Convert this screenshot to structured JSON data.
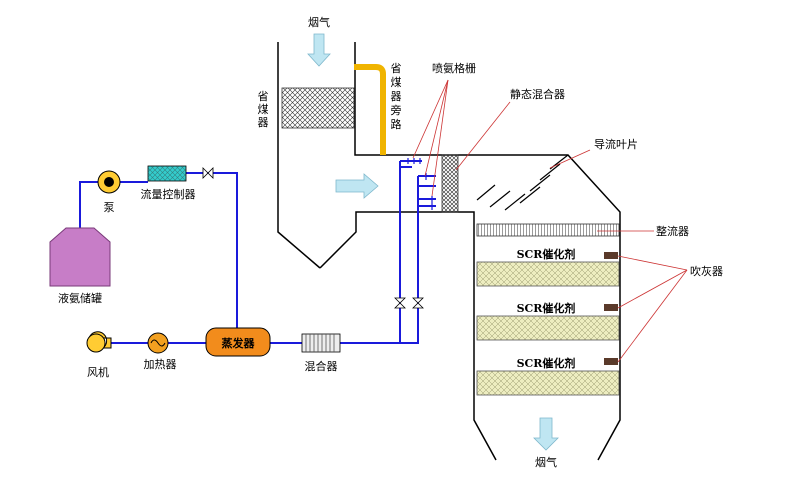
{
  "labels": {
    "flue_gas_in": "烟气",
    "flue_gas_out": "烟气",
    "economizer": "省煤器",
    "economizer_bypass": "省煤器旁路",
    "aig": "喷氨格栅",
    "static_mixer": "静态混合器",
    "guide_vanes": "导流叶片",
    "flow_straightener": "整流器",
    "soot_blower": "吹灰器",
    "catalyst_1": "SCR催化剂",
    "catalyst_2": "SCR催化剂",
    "catalyst_3": "SCR催化剂",
    "pump": "泵",
    "flow_controller": "流量控制器",
    "ammonia_tank": "液氨储罐",
    "fan": "风机",
    "heater": "加热器",
    "evaporator": "蒸发器",
    "mixer": "混合器"
  },
  "colors": {
    "pipe": "#1a1adb",
    "bypass": "#f0b400",
    "tank": "#c77dc7",
    "fan": "#ffcc33",
    "heater": "#f2a020",
    "evaporator": "#f28c1c",
    "flow_controller": "#33cccc",
    "arrow": "#bfe6f2",
    "catalyst": "#ededc0",
    "soot_blower": "#5a3a2a",
    "leader": "#cc3333"
  }
}
